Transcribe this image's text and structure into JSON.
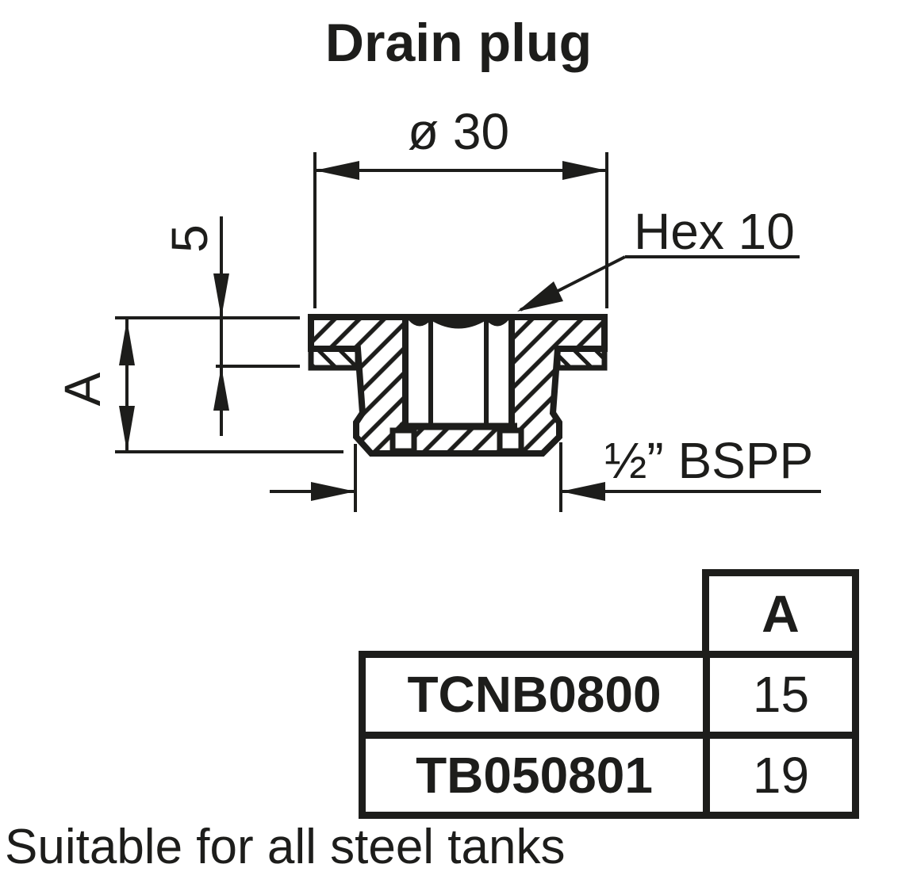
{
  "title": "Drain plug",
  "drawing": {
    "dim_diameter": "ø 30",
    "dim_hex": "Hex 10",
    "dim_flange_thickness": "5",
    "dim_height_label": "A",
    "dim_thread": "½” BSPP"
  },
  "table": {
    "header": "A",
    "rows": [
      {
        "part": "TCNB0800",
        "a": "15"
      },
      {
        "part": "TB050801",
        "a": "19"
      }
    ]
  },
  "note": "Suitable for all steel tanks",
  "colors": {
    "ink": "#1d1d1b",
    "background": "#ffffff"
  }
}
